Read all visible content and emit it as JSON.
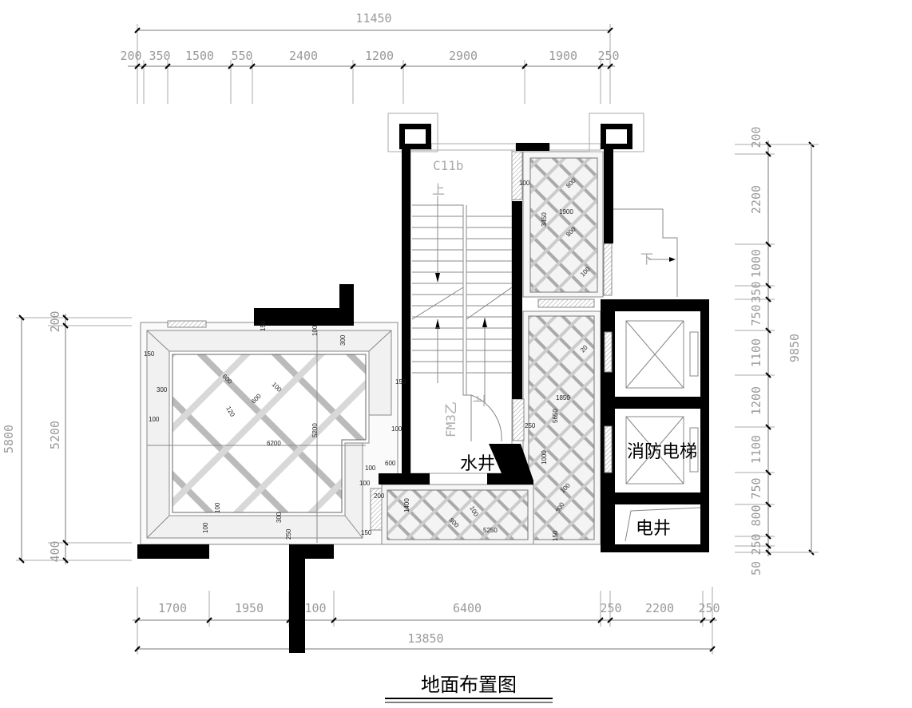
{
  "drawing": {
    "title": "地面布置图",
    "rooms": {
      "window_code": "C11b",
      "stair_up": "上",
      "stair_up_2": "上",
      "ramp_down": "下",
      "door_code": "FM3乙",
      "water_shaft": "水井",
      "fire_elevator": "消防电梯",
      "electrical_shaft": "电井"
    },
    "dimensions": {
      "top_total": "11450",
      "top": [
        "200",
        "350",
        "1500",
        "550",
        "2400",
        "1200",
        "2900",
        "1900",
        "250"
      ],
      "right_total": "9850",
      "right": [
        "200",
        "2200",
        "1000",
        "350",
        "750",
        "1100",
        "1200",
        "1100",
        "750",
        "800",
        "250",
        "50"
      ],
      "left_total": "5800",
      "left": [
        "200",
        "5200",
        "400"
      ],
      "bottom_total": "13850",
      "bottom": [
        "1700",
        "1950",
        "100",
        "6400",
        "250",
        "2200",
        "250"
      ]
    },
    "annotations": [
      "100",
      "800",
      "1900",
      "3450",
      "800",
      "100",
      "20",
      "1850",
      "5650",
      "250",
      "1000",
      "100",
      "300",
      "1400",
      "800",
      "5250",
      "100",
      "200",
      "150",
      "100",
      "100",
      "600",
      "100",
      "150",
      "6200",
      "5200",
      "600",
      "600",
      "100",
      "120",
      "300",
      "150",
      "100",
      "300",
      "100",
      "150",
      "100",
      "300",
      "100",
      "250",
      "150"
    ]
  }
}
